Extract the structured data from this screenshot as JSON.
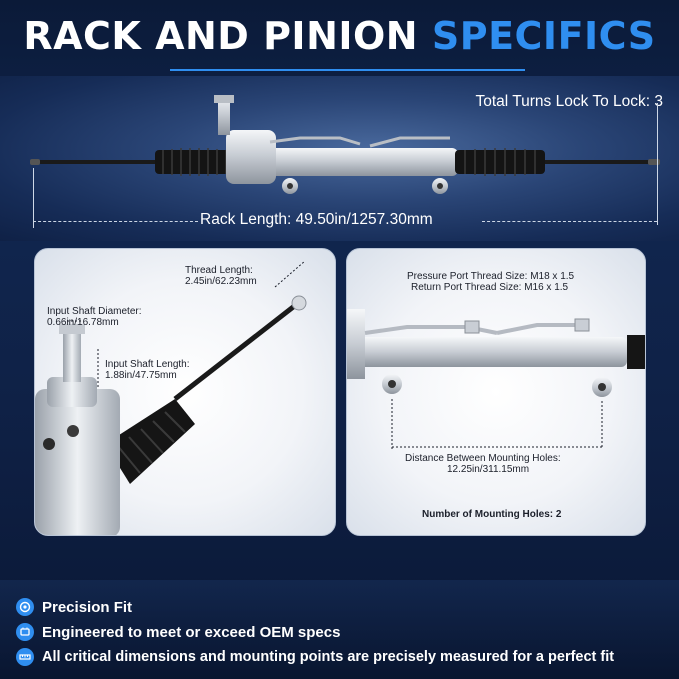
{
  "header": {
    "title_white": "RACK AND PINION",
    "title_blue": "SPECIFICS"
  },
  "top_specs": {
    "turns": "Total Turns Lock To Lock: 3",
    "rack_length": "Rack Length: 49.50in/1257.30mm"
  },
  "left_panel": {
    "thread_length_title": "Thread Length:",
    "thread_length_value": "2.45in/62.23mm",
    "input_shaft_diameter_title": "Input Shaft Diameter:",
    "input_shaft_diameter_value": "0.66in/16.78mm",
    "input_shaft_length_title": "Input Shaft Length:",
    "input_shaft_length_value": "1.88in/47.75mm"
  },
  "right_panel": {
    "pressure_port": "Pressure Port Thread Size: M18 x 1.5",
    "return_port": "Return Port Thread Size: M16 x 1.5",
    "mount_distance_title": "Distance Between Mounting Holes:",
    "mount_distance_value": "12.25in/311.15mm",
    "mounting_holes": "Number of Mounting Holes: 2"
  },
  "features": [
    {
      "icon": "target-icon",
      "text": "Precision Fit"
    },
    {
      "icon": "gear-spec-icon",
      "text": "Engineered to meet or exceed OEM specs"
    },
    {
      "icon": "ruler-icon",
      "text": "All critical dimensions and mounting points are precisely measured for a perfect fit"
    }
  ],
  "colors": {
    "accent": "#2f8ef0",
    "background": "#0f2146"
  }
}
